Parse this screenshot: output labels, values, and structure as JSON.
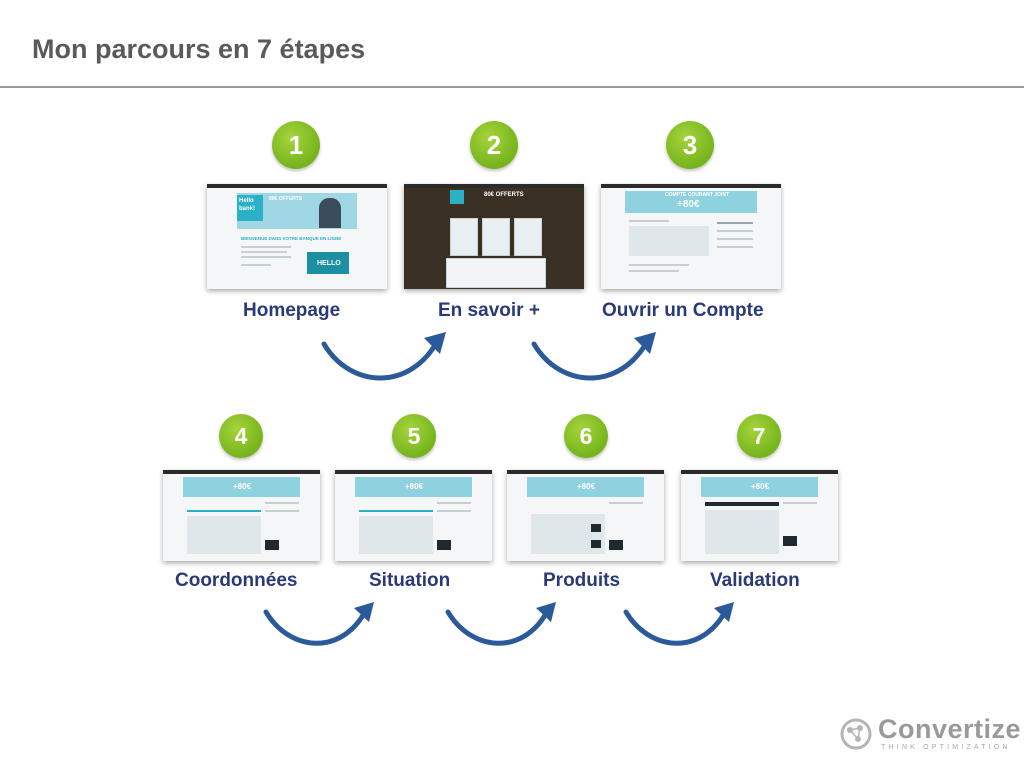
{
  "slide": {
    "title": "Mon parcours en 7 étapes"
  },
  "steps": [
    {
      "number": "1",
      "label": "Homepage"
    },
    {
      "number": "2",
      "label": "En savoir +"
    },
    {
      "number": "3",
      "label": "Ouvrir un Compte"
    },
    {
      "number": "4",
      "label": "Coordonnées"
    },
    {
      "number": "5",
      "label": "Situation"
    },
    {
      "number": "6",
      "label": "Produits"
    },
    {
      "number": "7",
      "label": "Validation"
    }
  ],
  "thumbnails": {
    "homepage": {
      "logo": "Hello bank!",
      "headline": "80€ OFFERTS",
      "welcome": "BIENVENUE DANS VOTRE BANQUE EN LIGNE",
      "video": "HELLO"
    },
    "en_savoir": {
      "headline": "80€ OFFERTS"
    },
    "offer": {
      "headline": "COMPTE COURANT JOINT",
      "amount": "+80€"
    },
    "offer_short": {
      "amount": "+80€"
    }
  },
  "logo": {
    "name": "Convertize",
    "tagline": "THINK OPTIMIZATION"
  },
  "colors": {
    "title": "#5a5a5a",
    "label": "#2a3a78",
    "badge": "#80bc24",
    "arrow": "#2b5a9a",
    "accent": "#2bb0c6"
  }
}
